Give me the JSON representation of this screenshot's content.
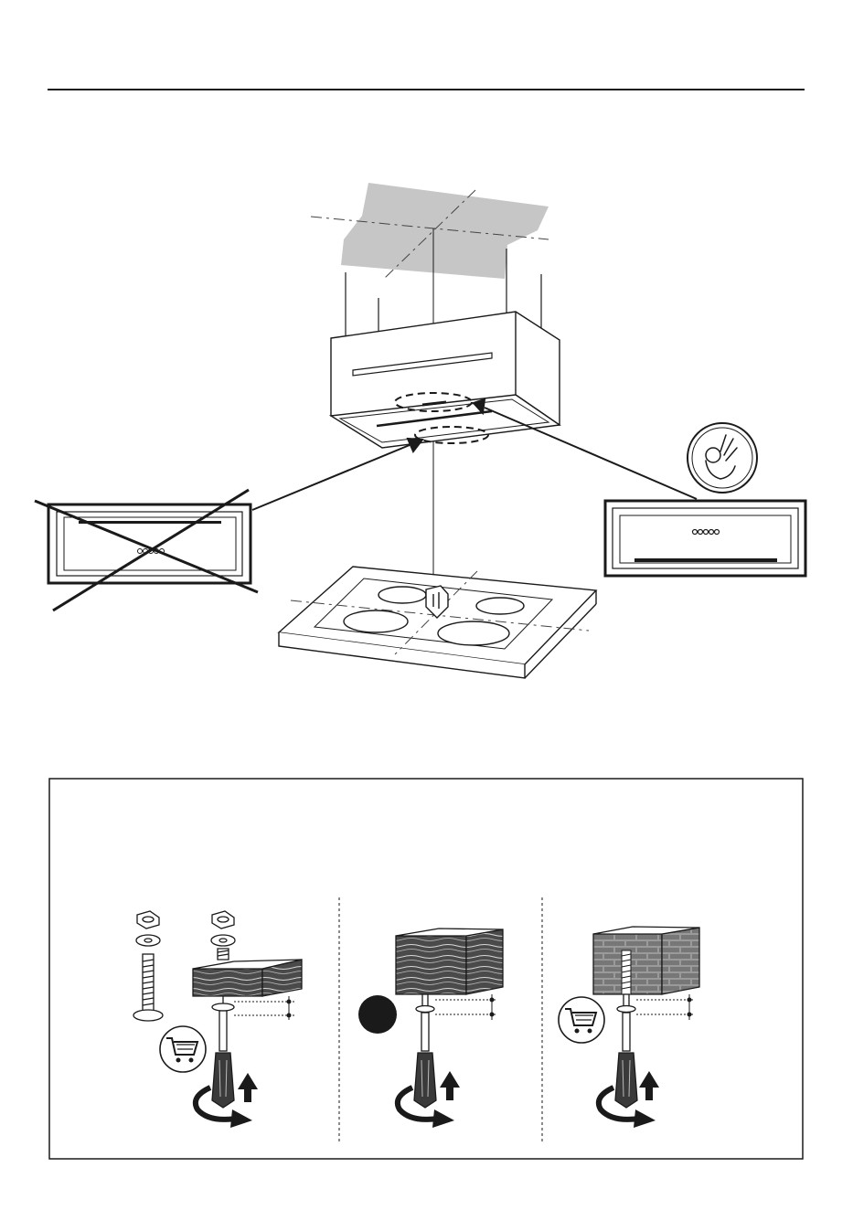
{
  "page": {
    "background": "#ffffff",
    "line_color": "#1a1a1a",
    "ceiling_color": "#c6c6c6",
    "dark_panel_color": "#3a3a3a"
  },
  "top_figure": {
    "ceiling_panel": "ceiling",
    "hood_unit": "cooker-hood",
    "wrong_orientation_panel": {
      "status": "not-allowed",
      "mark": "cross"
    },
    "correct_orientation_panel": {
      "status": "ok",
      "badge_icon": "ok-hand-icon"
    },
    "hob": {
      "zones": 4,
      "icon": "pointing-hand-icon"
    }
  },
  "bottom_panel": {
    "sections": [
      {
        "id": "fixing-kit",
        "icons": [
          "nut-icon",
          "washer-icon",
          "bolt-icon",
          "cart-icon",
          "screwdriver-icon",
          "rotate-arrow-icon",
          "up-arrow-icon"
        ]
      },
      {
        "id": "wood-ceiling",
        "icons": [
          "wood-block-icon",
          "black-dot-icon",
          "screwdriver-icon",
          "rotate-arrow-icon",
          "up-arrow-icon"
        ]
      },
      {
        "id": "brick-ceiling",
        "icons": [
          "brick-block-icon",
          "cart-icon",
          "screwdriver-icon",
          "rotate-arrow-icon",
          "up-arrow-icon"
        ]
      }
    ]
  }
}
